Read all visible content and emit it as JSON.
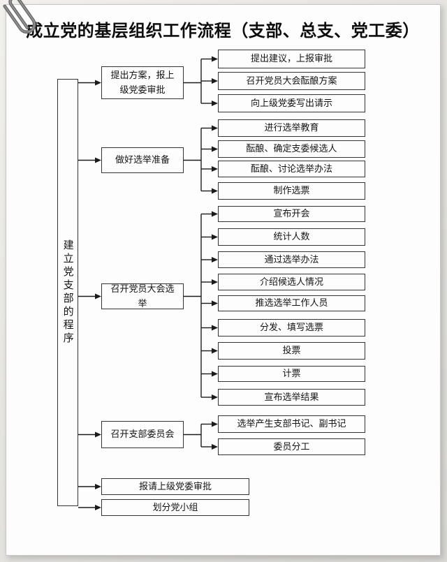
{
  "title": "成立党的基层组织工作流程（支部、总支、党工委）",
  "root_label": "建立党支部的程序",
  "groups": [
    {
      "label": "提出方案，报上级党委审批",
      "children": [
        "提出建议，上报审批",
        "召开党员大会酝酿方案",
        "向上级党委写出请示"
      ]
    },
    {
      "label": "做好选举准备",
      "children": [
        "进行选举教育",
        "酝酿、确定支委候选人",
        "酝酿、讨论选举办法",
        "制作选票"
      ]
    },
    {
      "label": "召开党员大会选举",
      "children": [
        "宣布开会",
        "统计人数",
        "通过选举办法",
        "介绍候选人情况",
        "推选选举工作人员",
        "分发、填写选票",
        "投票",
        "计票",
        "宣布选举结果"
      ]
    },
    {
      "label": "召开支部委员会",
      "children": [
        "选举产生支部书记、副书记",
        "委员分工"
      ]
    },
    {
      "label": "报请上级党委审批",
      "children": []
    },
    {
      "label": "划分党小组",
      "children": []
    }
  ],
  "colors": {
    "line": "#1b1b1b",
    "box_border": "#333333",
    "page_bg": "#fdfdfd",
    "backdrop_bg": "#e2e1de",
    "paperclip": "#6e6e6e",
    "text": "#141414"
  }
}
